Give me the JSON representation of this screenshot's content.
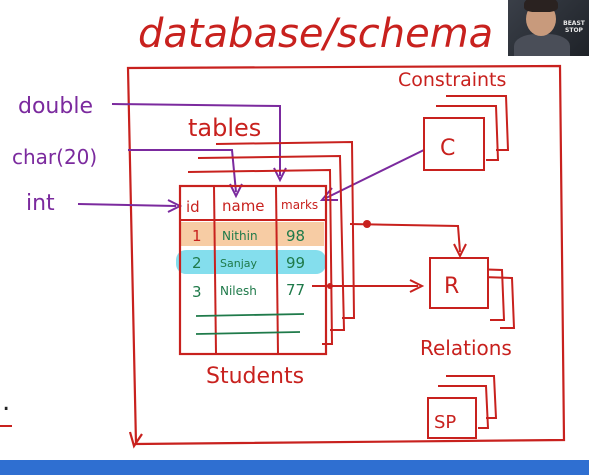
{
  "diagram": {
    "title": "database/schema = d",
    "labels": {
      "double": "double",
      "char": "char(20)",
      "int": "int",
      "tables": "tables",
      "constraints": "Constraints",
      "c": "C",
      "r": "R",
      "relations": "Relations",
      "sp": "SP",
      "students": "Students"
    },
    "table": {
      "headers": [
        "id",
        "name",
        "marks"
      ],
      "rows": [
        {
          "id": "1",
          "name": "Nithin",
          "marks": "98",
          "highlight": "#f6c79a"
        },
        {
          "id": "2",
          "name": "Sanjay",
          "marks": "99",
          "highlight": "#6fd8ea"
        },
        {
          "id": "3",
          "name": "Nilesh",
          "marks": "77",
          "highlight": ""
        }
      ]
    },
    "colors": {
      "ink_red": "#c8211e",
      "ink_purple": "#7b2a9e",
      "ink_green": "#1f7a4a"
    }
  },
  "webcam": {
    "badge_text": "BEAST STOP"
  },
  "side_mark": "."
}
